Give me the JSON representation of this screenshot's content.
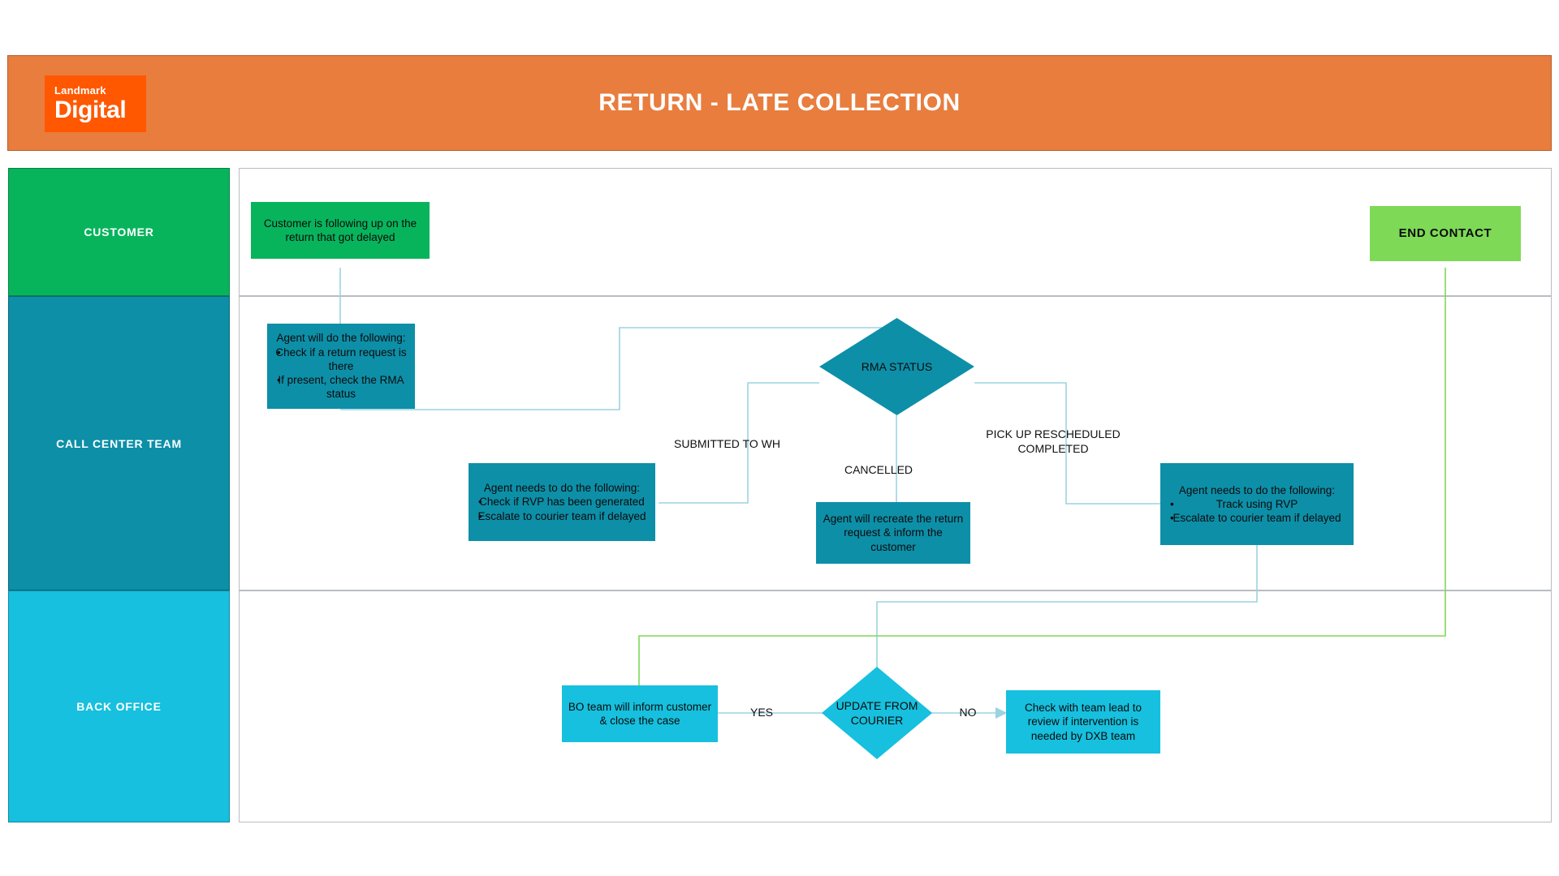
{
  "header": {
    "title": "RETURN - LATE COLLECTION",
    "logo_line1": "Landmark",
    "logo_line2": "Digital",
    "bar_color": "#e87d3e",
    "logo_color": "#ff5800"
  },
  "lanes": [
    {
      "id": "customer",
      "label": "CUSTOMER",
      "color": "#07b45c"
    },
    {
      "id": "call_center",
      "label": "CALL CENTER TEAM",
      "color": "#0d8fa8"
    },
    {
      "id": "back_office",
      "label": "BACK OFFICE",
      "color": "#16c0de"
    }
  ],
  "nodes": {
    "customer_start": {
      "text": "Customer is following up on the return that got delayed",
      "shape": "process",
      "color": "#07b45c"
    },
    "end_contact": {
      "text": "END CONTACT",
      "shape": "process",
      "color": "#7ed957"
    },
    "agent_check": {
      "title": "Agent will do the following:",
      "bullets": [
        "Check if a return request is there",
        "If present, check the RMA status"
      ],
      "shape": "process",
      "color": "#0d8fa8"
    },
    "rma_status": {
      "text": "RMA STATUS",
      "shape": "decision",
      "color": "#0d8fa8"
    },
    "agent_rvp": {
      "title": "Agent needs to do the following:",
      "bullets": [
        "Check if RVP has been generated",
        "Escalate to courier team if delayed"
      ],
      "shape": "process",
      "color": "#0d8fa8"
    },
    "agent_recreate": {
      "text": "Agent will recreate the return request & inform the customer",
      "shape": "process",
      "color": "#0d8fa8"
    },
    "agent_track": {
      "title": "Agent needs to do the following:",
      "bullets": [
        "Track using RVP",
        "Escalate to courier team if delayed"
      ],
      "shape": "process",
      "color": "#0d8fa8"
    },
    "bo_inform": {
      "text": "BO team will inform customer & close the case",
      "shape": "process",
      "color": "#16c0de"
    },
    "update_courier": {
      "text": "UPDATE FROM COURIER",
      "shape": "decision",
      "color": "#16c0de"
    },
    "check_team_lead": {
      "text": "Check with team lead to review if intervention is needed by DXB team",
      "shape": "process",
      "color": "#16c0de"
    }
  },
  "edge_labels": {
    "submitted_to_wh": "SUBMITTED TO WH",
    "cancelled": "CANCELLED",
    "pickup_rescheduled": "PICK UP RESCHEDULED\nCOMPLETED",
    "yes": "YES",
    "no": "NO"
  },
  "connector_colors": {
    "default": "#9cd3e0",
    "end_contact": "#7ed957"
  }
}
